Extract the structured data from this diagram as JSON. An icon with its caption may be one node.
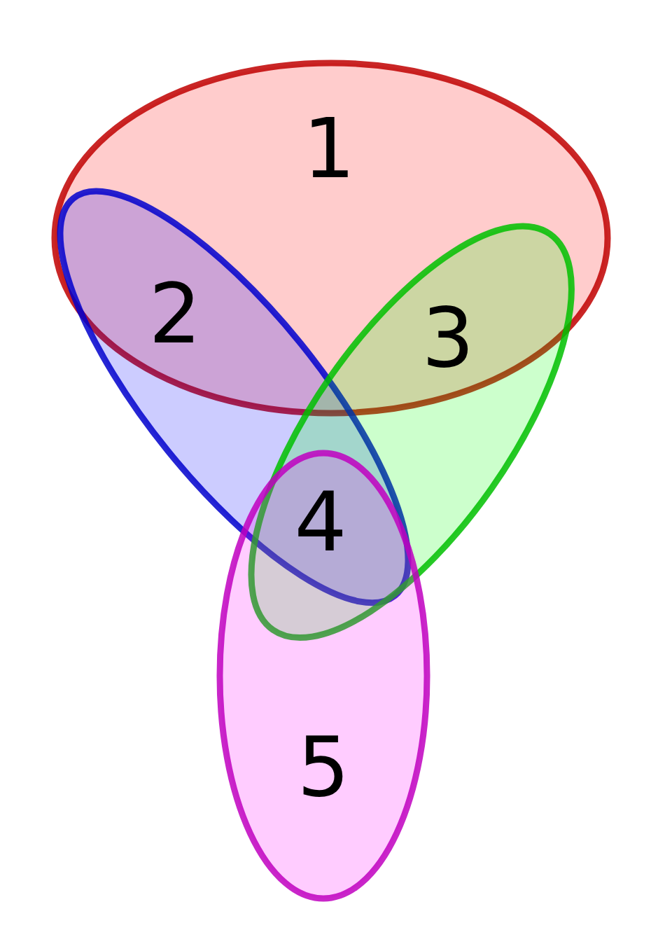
{
  "diagram": {
    "nodes": [
      {
        "text": [
          "1"
        ]
      },
      {
        "text": [
          "2"
        ]
      },
      {
        "text": [
          "3"
        ]
      },
      {
        "text": [
          "5"
        ]
      }
    ],
    "labels": [
      "4"
    ]
  }
}
